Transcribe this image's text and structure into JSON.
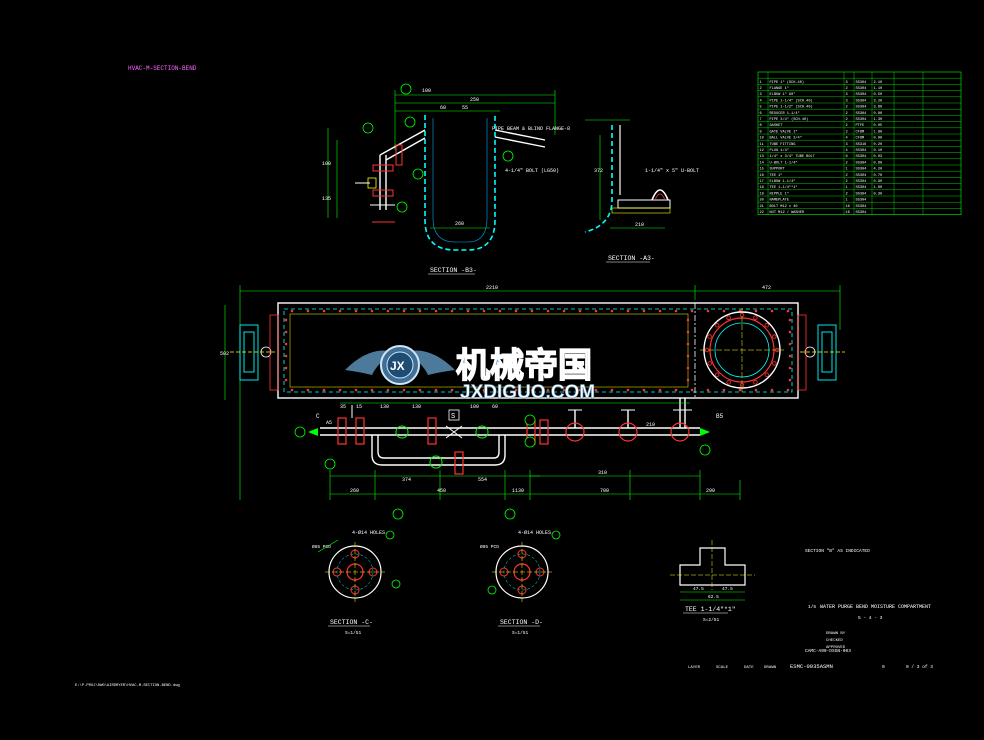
{
  "drawing_number_top": "HVAC-M-SECTION-BEND",
  "sections": {
    "b3_title": "SECTION -B3-",
    "a3_title": "SECTION -A3-",
    "c_title": "SECTION -C-",
    "c_scale": "S=1/51",
    "d_title": "SECTION -D-",
    "d_scale": "S=1/51"
  },
  "dimensions": {
    "overall": "2210",
    "right_part": "472",
    "height": "502",
    "bottom": [
      "260",
      "374",
      "450",
      "554",
      "1130",
      "310",
      "700",
      "290",
      "210"
    ],
    "top_pipe": [
      "130",
      "130",
      "100",
      "60",
      "15",
      "35"
    ],
    "b3": [
      "100",
      "250",
      "60",
      "55",
      "100",
      "135",
      "260"
    ],
    "a3": [
      "372",
      "210"
    ]
  },
  "callouts": {
    "b3_pipe": "PIPE BEAM & BLIND FLANGE-8",
    "b3_bolt": "4-1/4\" BOLT (LG50)",
    "a3_bolt": "1-1/4\" x 5\" U-BOLT",
    "flange_c": "4-Ø14 HOLES",
    "flange_d": "4-Ø14 HOLES",
    "bolt_circle": "Ø85 PCD",
    "b5": "B5",
    "c_mark": "C",
    "a5": "A5",
    "s_mark": "S"
  },
  "tee": {
    "title": "TEE 1-1/4\"*1\"",
    "scale": "S=2/51",
    "dims": [
      "47.5",
      "47.5",
      "62.5"
    ]
  },
  "parts_list": [
    [
      "1",
      "PIPE 1\" (SCH.40)",
      "3",
      "SS304",
      "2.10"
    ],
    [
      "2",
      "FLANGE 1\"",
      "2",
      "SS304",
      "1.10"
    ],
    [
      "3",
      "ELBOW 1\" 90°",
      "3",
      "SS304",
      "0.50"
    ],
    [
      "4",
      "PIPE 1-1/4\" (SCH.40)",
      "3",
      "SS304",
      "3.20"
    ],
    [
      "5",
      "PIPE 1-1/2\" (SCH.40)",
      "2",
      "SS304",
      "3.60"
    ],
    [
      "6",
      "REDUCER 1-1/4\"",
      "2",
      "SS304",
      "0.80"
    ],
    [
      "7",
      "PIPE 3/4\" (SCH.40)",
      "2",
      "SS304",
      "1.30"
    ],
    [
      "8",
      "GASKET",
      "2",
      "PTFE",
      "0.05"
    ],
    [
      "9",
      "GATE VALVE 1\"",
      "2",
      "CF8M",
      "1.80"
    ],
    [
      "10",
      "BALL VALVE 3/4\"",
      "4",
      "CF8M",
      "0.90"
    ],
    [
      "11",
      "TUBE FITTING",
      "3",
      "SS316",
      "0.20"
    ],
    [
      "12",
      "PLUG 1/4\"",
      "4",
      "SS304",
      "0.10"
    ],
    [
      "13",
      "1/4\" x 3/4\" TUBE BOLT",
      "6",
      "SS304",
      "0.03"
    ],
    [
      "14",
      "U-BOLT 1-1/4\"",
      "2",
      "SS304",
      "0.60"
    ],
    [
      "15",
      "SUPPORT",
      "1",
      "SS304",
      "4.20"
    ],
    [
      "16",
      "TEE 1\"",
      "2",
      "SS304",
      "0.70"
    ],
    [
      "17",
      "ELBOW 1-1/4\"",
      "2",
      "SS304",
      "0.90"
    ],
    [
      "18",
      "TEE 1-1/4\"*1\"",
      "1",
      "SS304",
      "1.00"
    ],
    [
      "19",
      "NIPPLE 1\"",
      "2",
      "SS304",
      "0.30"
    ],
    [
      "20",
      "NAMEPLATE",
      "1",
      "SS304",
      ""
    ],
    [
      "21",
      "BOLT M12 x 40",
      "16",
      "SS304",
      ""
    ],
    [
      "22",
      "NUT M12 / WASHER",
      "16",
      "SS304",
      ""
    ]
  ],
  "title_block": {
    "note": "SECTION  \"B\"        AS INDICATED",
    "project": "WATER PURGE BEND MOISTURE COMPARTMENT",
    "sheet": "5 - 4 - 3",
    "scale_label": "1/5",
    "drawn": "DRAWN BY",
    "checked": "CHECKED",
    "approved": "APPROVED",
    "dwg_code": "CAMC-A00-DSGN-003",
    "drawing_number": "ESMC-0035ASMN",
    "rev": "0",
    "sheet_no": "0 / 3 of 3",
    "row": [
      "LAYER",
      "SCALE",
      "DATE",
      "DRAWN"
    ]
  },
  "filepath": "E:\\P-PROJ\\DWG\\AIRDRYER\\HVAC-M-SECTION-BEND.dwg",
  "watermark": {
    "cn": "机械帝国",
    "en": "JXDIGUO.COM",
    "badge": "JX"
  }
}
